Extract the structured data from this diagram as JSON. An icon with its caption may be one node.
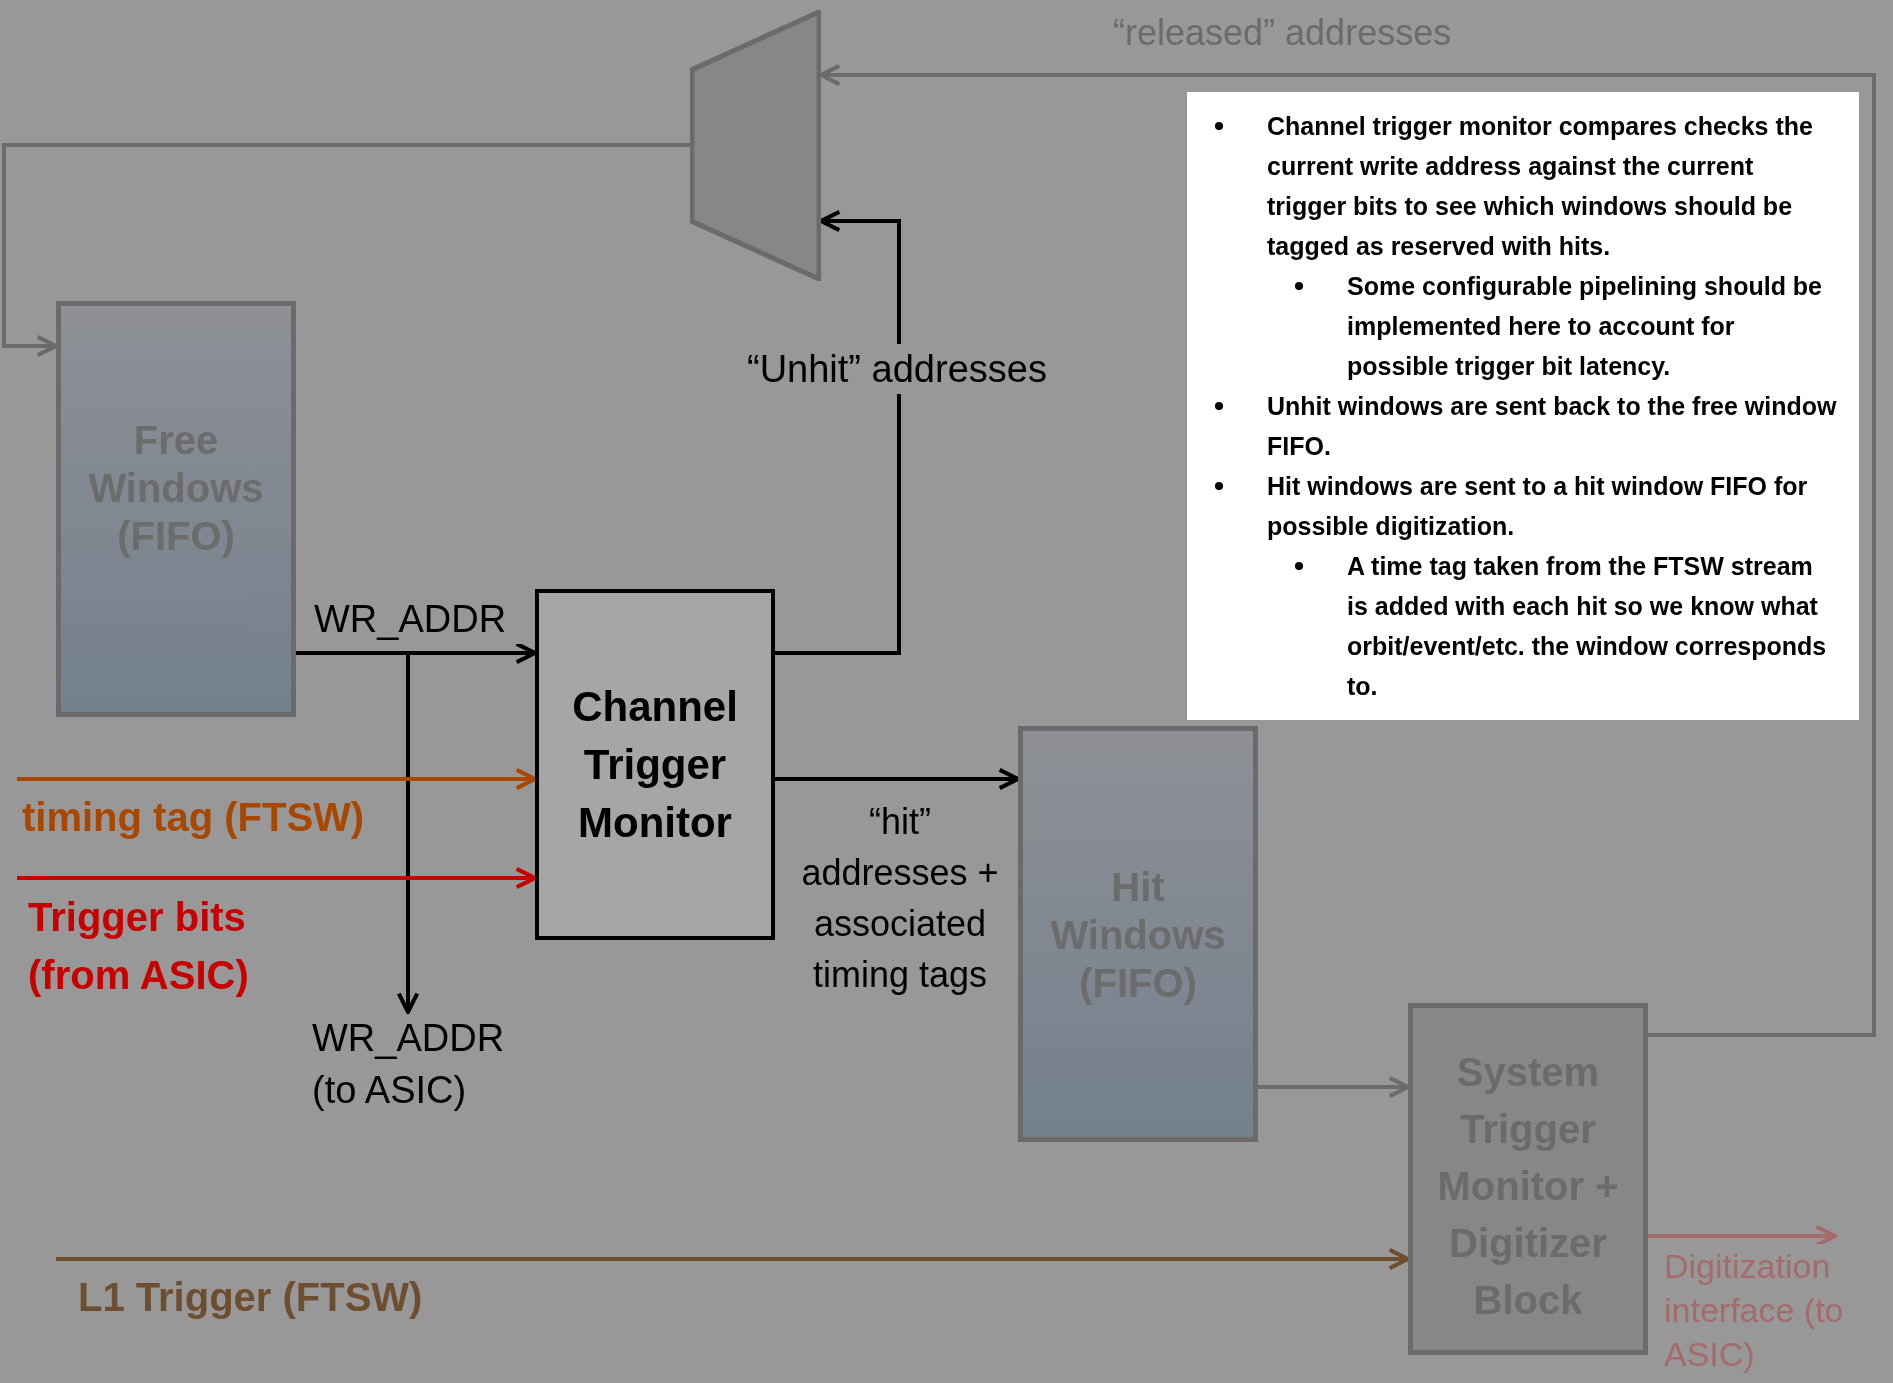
{
  "diagram": {
    "nodes": [
      {
        "text": [],
        "shape": "trapezoid"
      },
      {
        "text": [
          "Free Windows (FIFO)"
        ]
      },
      {
        "text": [
          "WR_ADDR (to ASIC)"
        ]
      },
      {
        "text": [
          "Channel Trigger Monitor"
        ]
      },
      {
        "text": [
          "Hit Windows (FIFO)"
        ]
      },
      {
        "text": [
          "System Trigger Monitor + Digitizer Block"
        ]
      },
      {
        "text": [
          "Channel trigger monitor compares checks the current write address against the current trigger bits to see which windows should be tagged as reserved with hits.",
          "Some configurable pipelining should be implemented here to account for possible trigger bit latency.",
          "Unhit windows are sent back to the free window FIFO.",
          "Hit windows are sent to a hit window FIFO for possible digitization.",
          "A time tag taken from the FTSW stream is added with each hit so we know what orbit/event/etc. the window corresponds to."
        ]
      }
    ],
    "edges": [
      {
        "from": 5,
        "to": 0,
        "arrow": "to",
        "label": "“released” addresses",
        "color": "#6b6b6b"
      },
      {
        "from": 0,
        "to": 1,
        "arrow": "to",
        "color": "#6b6b6b"
      },
      {
        "from": 1,
        "to": 3,
        "arrow": "to",
        "label": "WR_ADDR"
      },
      {
        "from": 1,
        "to": 2,
        "arrow": "to"
      },
      {
        "from": null,
        "to": 3,
        "arrow": "to",
        "label": "timing tag (FTSW)",
        "color": "#a84800"
      },
      {
        "from": null,
        "to": 3,
        "arrow": "to",
        "label": "Trigger bits (from ASIC)",
        "color": "#c80000"
      },
      {
        "from": 3,
        "to": 0,
        "arrow": "to",
        "label": "“Unhit” addresses"
      },
      {
        "from": 3,
        "to": 4,
        "arrow": "to",
        "label": "“hit” addresses + associated timing tags"
      },
      {
        "from": 4,
        "to": 5,
        "arrow": "to",
        "color": "#6b6b6b"
      },
      {
        "from": null,
        "to": 5,
        "arrow": "to",
        "label": "L1 Trigger (FTSW)",
        "color": "#6e4e30"
      },
      {
        "from": 5,
        "to": null,
        "arrow": "to",
        "label": "Digitization interface (to ASIC)",
        "color": "#a56b6b"
      }
    ]
  }
}
